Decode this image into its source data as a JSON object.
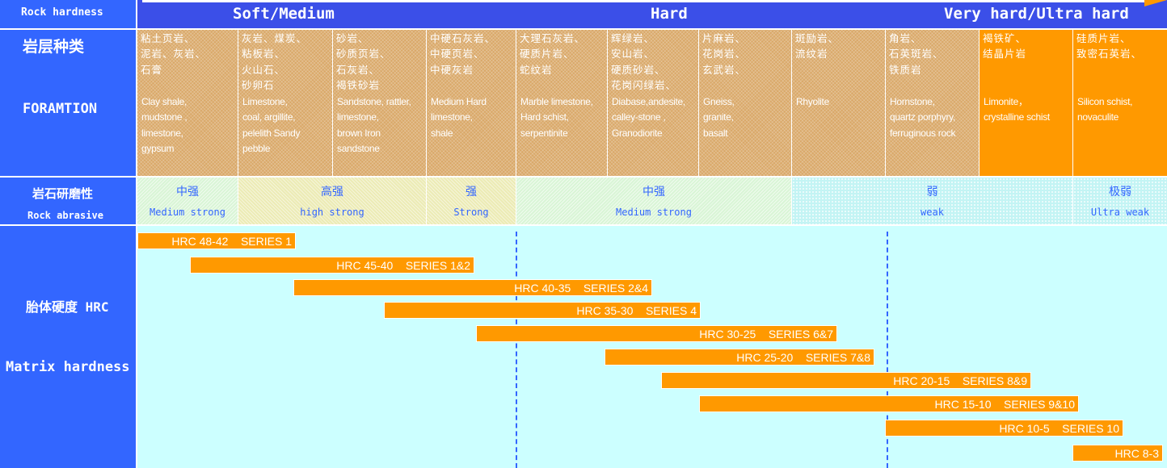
{
  "header": {
    "rock_hardness_label": "Rock hardness",
    "soft_medium": "Soft/Medium",
    "hard": "Hard",
    "very_hard": "Very hard/Ultra hard"
  },
  "left": {
    "formation_cn": "岩层种类",
    "formation_en": "FORAMTION",
    "abrasive_cn": "岩石研磨性",
    "abrasive_en": "Rock abrasive",
    "matrix_cn": "胎体硬度 HRC",
    "matrix_en": "Matrix hardness"
  },
  "formations": [
    {
      "cn": "粘土页岩、\n泥岩、灰岩、\n石膏",
      "en": "Clay shale,\nmudstone ,\nlimestone,\ngypsum"
    },
    {
      "cn": "灰岩、煤炭、\n粘板岩、\n火山石、\n砂卵石",
      "en": "Limestone,\ncoal, argillite,\npelelith Sandy\npebble"
    },
    {
      "cn": "砂岩、\n砂质页岩、\n石灰岩、\n褐铁砂岩",
      "en": "Sandstone, rattler,\nlimestone,\nbrown Iron\nsandstone"
    },
    {
      "cn": "中硬石灰岩、\n中硬页岩、\n中硬灰岩",
      "en": "Medium Hard\nlimestone,\n   shale"
    },
    {
      "cn": "大理石灰岩、\n硬质片岩、\n蛇纹岩",
      "en": "Marble limestone,\nHard schist,\nserpentinite"
    },
    {
      "cn": "辉绿岩、\n安山岩、\n硬质砂岩、\n花岗闪绿岩、",
      "en": "Diabase,andesite,\ncalley-stone ,\nGranodiorite"
    },
    {
      "cn": "片麻岩、\n花岗岩、\n玄武岩、",
      "en": "Gneiss,\ngranite,\nbasalt"
    },
    {
      "cn": "斑励岩、\n流纹岩",
      "en": "Rhyolite"
    },
    {
      "cn": "角岩、\n石英斑岩、\n铁质岩",
      "en": "Hornstone,\nquartz porphyry,\nferruginous rock"
    },
    {
      "cn": "褐铁矿、\n结晶片岩",
      "en": "Limonite，\ncrystalline schist"
    },
    {
      "cn": "硅质片岩、\n致密石英岩、",
      "en": "Silicon schist,\nnovaculite"
    }
  ],
  "abrasive": [
    {
      "cn": "中强",
      "en": "Medium strong"
    },
    {
      "cn": "高强",
      "en": "high strong"
    },
    {
      "cn": "强",
      "en": "Strong"
    },
    {
      "cn": "中强",
      "en": "Medium strong"
    },
    {
      "cn": "弱",
      "en": "weak"
    },
    {
      "cn": "极弱",
      "en": "Ultra weak"
    }
  ],
  "series": [
    {
      "label": "HRC 48-42    SERIES 1"
    },
    {
      "label": "HRC 45-40    SERIES 1&2"
    },
    {
      "label": "HRC 40-35    SERIES 2&4"
    },
    {
      "label": "HRC 35-30    SERIES 4"
    },
    {
      "label": "HRC 30-25    SERIES 6&7"
    },
    {
      "label": "HRC 25-20    SERIES 7&8"
    },
    {
      "label": "HRC 20-15    SERIES 8&9"
    },
    {
      "label": "HRC 15-10    SERIES 9&10"
    },
    {
      "label": "HRC 10-5    SERIES 10"
    },
    {
      "label": "HRC 8-3"
    }
  ]
}
